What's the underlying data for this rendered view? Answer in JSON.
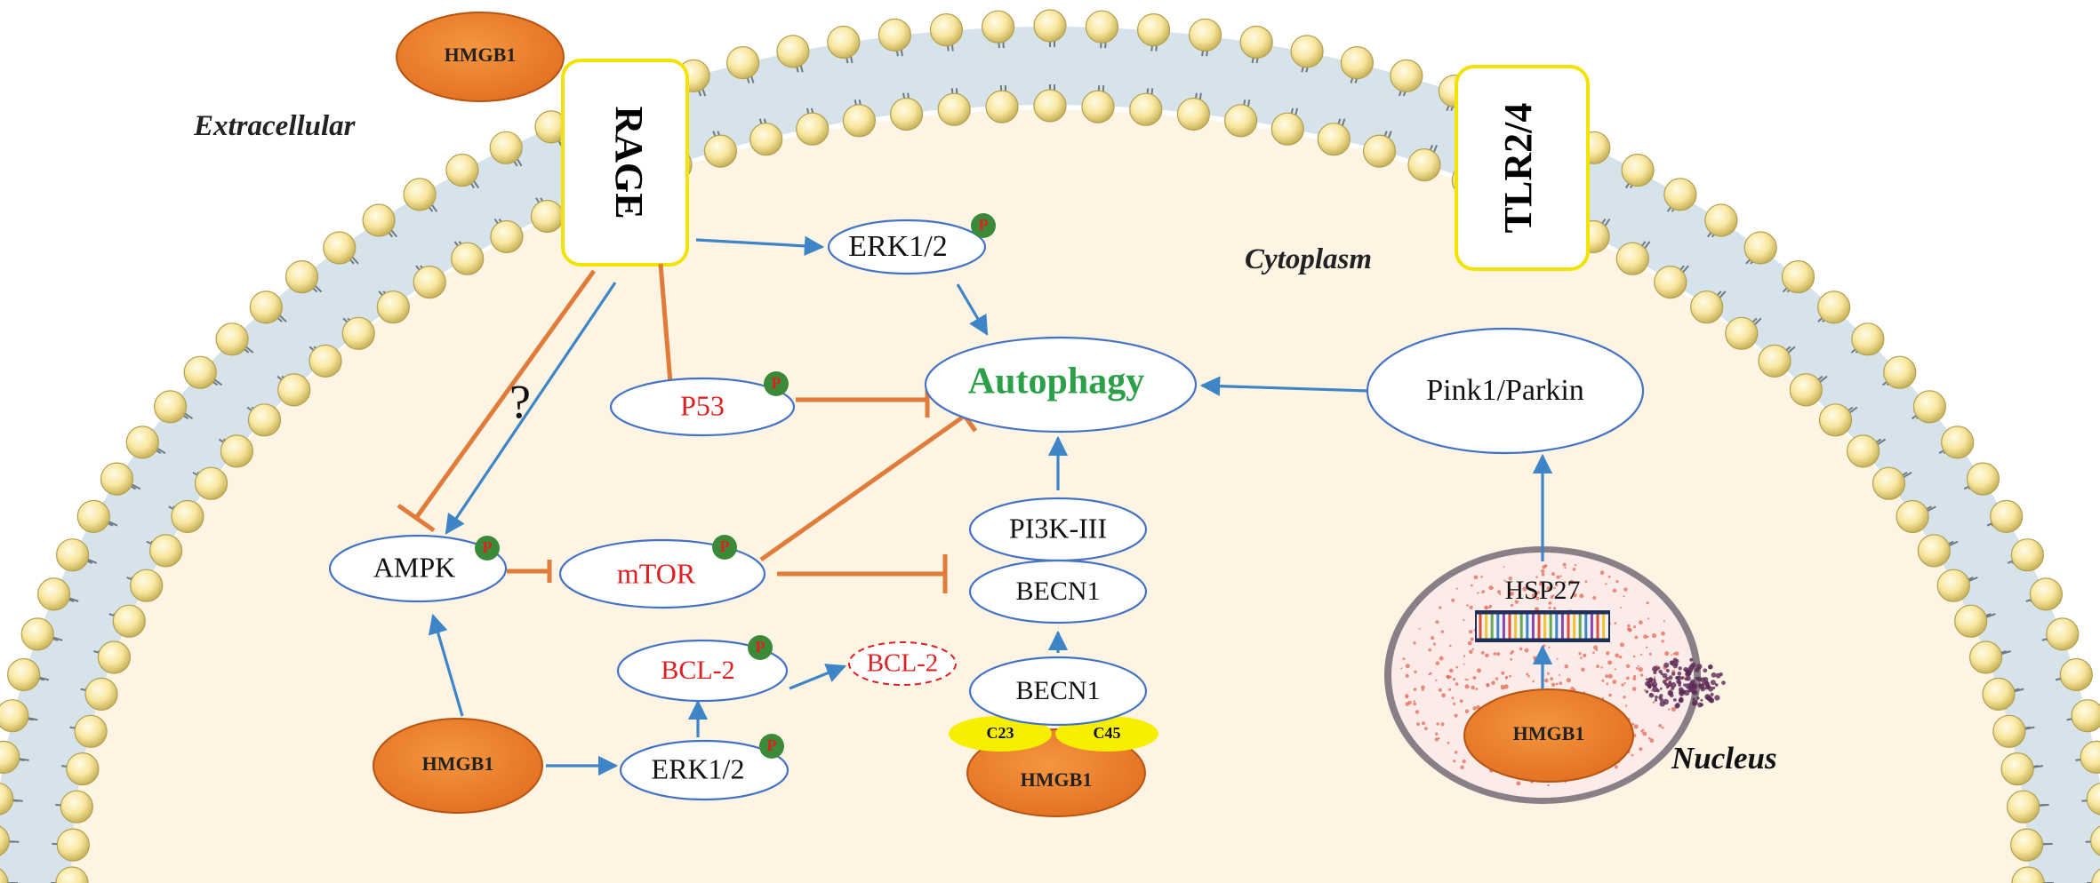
{
  "labels": {
    "extracellular": "Extracellular",
    "cytoplasm": "Cytoplasm",
    "nucleus": "Nucleus",
    "question_mark": "?"
  },
  "receptors": {
    "rage": "RAGE",
    "tlr": "TLR2/4"
  },
  "hmgb1": {
    "extracellular": "HMGB1",
    "cytoplasmic": "HMGB1",
    "becn1_bound": "HMGB1",
    "nuclear": "HMGB1"
  },
  "nodes": {
    "erk_top": "ERK1/2",
    "erk_bottom": "ERK1/2",
    "p53": "P53",
    "autophagy": "Autophagy",
    "pink1_parkin": "Pink1/Parkin",
    "ampk": "AMPK",
    "mtor": "mTOR",
    "pi3k": "PI3K-III",
    "becn1_upper": "BECN1",
    "becn1_lower": "BECN1",
    "bcl2_p": "BCL-2",
    "bcl2_free": "BCL-2",
    "hsp27": "HSP27",
    "c23": "C23",
    "c45": "C45"
  },
  "phospho_badge": "P",
  "colors": {
    "activation_arrow": "#3d85c6",
    "inhibition_arrow": "#e07b39",
    "hmgb1_fill": "#ed7d31",
    "node_stroke": "#4472c4",
    "red_text": "#e02020",
    "autophagy_text": "#2ca048",
    "cytoplasm_fill": "#fdf4e3",
    "lipid_head": "#f8e7a0",
    "receptor_border": "#f2e400",
    "phospho_fill": "#3b8a3a",
    "cofactor_fill": "#f7ef00"
  }
}
